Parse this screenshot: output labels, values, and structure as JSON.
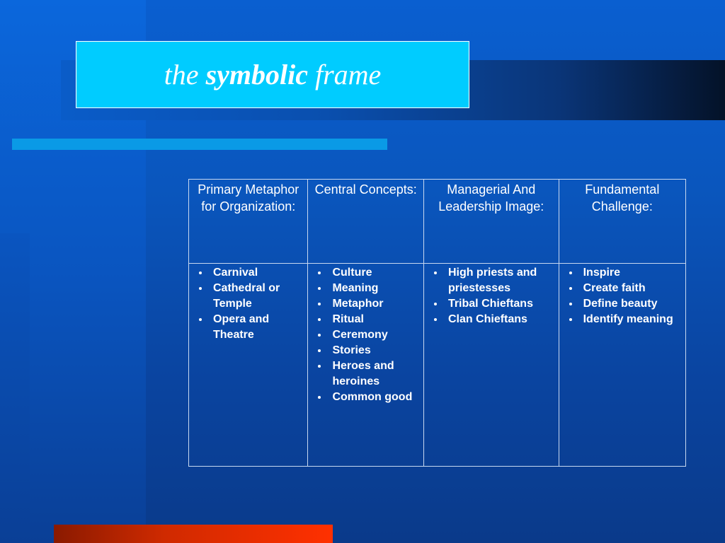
{
  "slide": {
    "title_prefix": "the",
    "title_bold": "symbolic",
    "title_suffix": "frame"
  },
  "table": {
    "headers": [
      "Primary Metaphor for Organization:",
      "Central Concepts:",
      "Managerial And Leadership Image:",
      "Fundamental Challenge:"
    ],
    "columns": [
      [
        "Carnival",
        "Cathedral or Temple",
        "Opera and Theatre"
      ],
      [
        "Culture",
        "Meaning",
        "Metaphor",
        "Ritual",
        "Ceremony",
        "Stories",
        "Heroes and heroines",
        "Common good"
      ],
      [
        "High priests and priestesses",
        "Tribal Chieftans",
        "Clan Chieftans"
      ],
      [
        "Inspire",
        "Create faith",
        "Define beauty",
        "Identify meaning"
      ]
    ]
  },
  "colors": {
    "background": "#0a56bd",
    "title_box": "#00ccff",
    "accent_bar": "#0a9ae6",
    "bottom_bar": "#ff3000"
  }
}
